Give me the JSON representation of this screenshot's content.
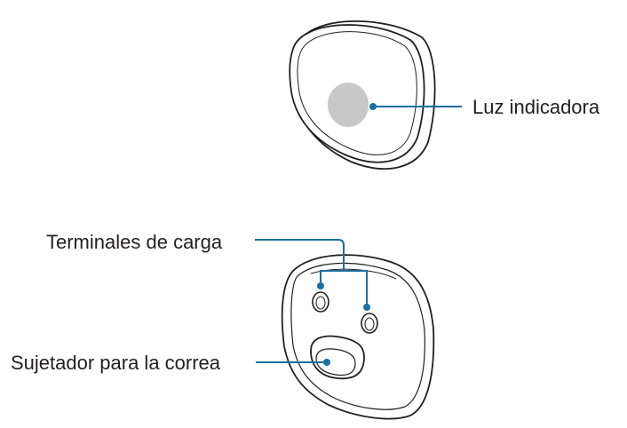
{
  "labels": {
    "indicator_light": "Luz indicadora",
    "charging_terminals": "Terminales de carga",
    "strap_holder": "Sujetador para la correa"
  },
  "colors": {
    "leader_line": "#1a6f9e",
    "outline": "#231f20",
    "indicator_fill": "#c8c8c8"
  }
}
